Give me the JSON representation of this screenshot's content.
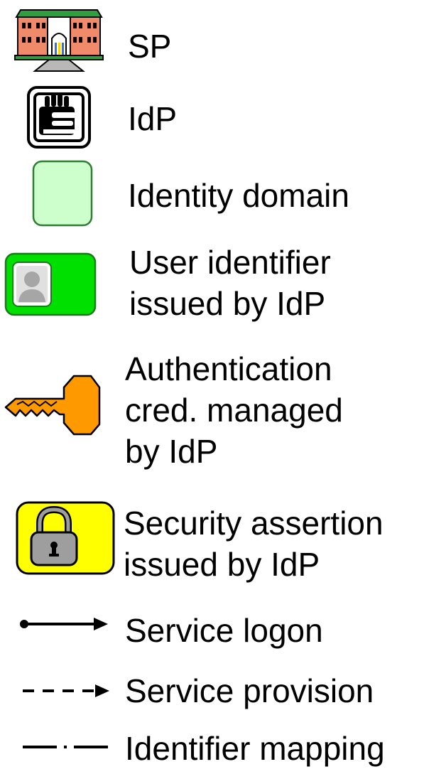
{
  "legend": {
    "items": [
      {
        "id": "sp",
        "icon": "building-icon",
        "lines": [
          "SP"
        ]
      },
      {
        "id": "idp",
        "icon": "id-badge-hand-icon",
        "lines": [
          "IdP"
        ]
      },
      {
        "id": "identity_domain",
        "icon": "green-rounded-box-icon",
        "lines": [
          "Identity domain"
        ]
      },
      {
        "id": "user_identifier",
        "icon": "user-id-card-icon",
        "lines": [
          "User identifier",
          "issued by IdP"
        ]
      },
      {
        "id": "auth_cred",
        "icon": "key-icon",
        "lines": [
          "Authentication",
          "cred. managed",
          "by IdP"
        ]
      },
      {
        "id": "security_assertion",
        "icon": "padlock-icon",
        "lines": [
          "Security assertion",
          "issued by IdP"
        ]
      },
      {
        "id": "service_logon",
        "icon": "solid-arrow-icon",
        "lines": [
          "Service logon"
        ]
      },
      {
        "id": "service_provision",
        "icon": "dashed-arrow-icon",
        "lines": [
          "Service provision"
        ]
      },
      {
        "id": "identifier_mapping",
        "icon": "dash-dot-line-icon",
        "lines": [
          "Identifier mapping"
        ]
      }
    ]
  },
  "colors": {
    "building_wall": "#f08a6a",
    "building_roof": "#2f9e3e",
    "building_base": "#b8b8b8",
    "identity_domain_fill": "#ccffcc",
    "identity_domain_border": "#2e7d32",
    "user_card_fill": "#00e000",
    "user_card_border": "#1a7a1a",
    "key_fill": "#ff9900",
    "lock_card_fill": "#ffff00",
    "lock_body": "#9e9e9e"
  }
}
